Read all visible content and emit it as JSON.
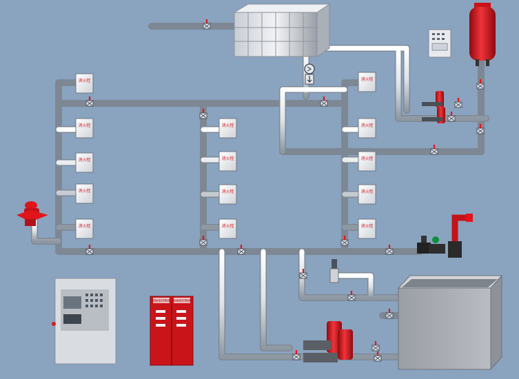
{
  "cabinet_label": "消火栓",
  "cabinet_sublabel": "",
  "panel_cn": [
    "消防泵控制柜",
    "喷淋泵控制柜"
  ],
  "colors": {
    "background": "#8aa3bf",
    "pipe": "#dfe3e8",
    "pipe_edge": "#7d8894",
    "valve_red": "#e0151b",
    "pump_red": "#d8161c",
    "tank_body": "#a6a9af",
    "panel_red": "#c9141a"
  },
  "icons": [
    "fire-hydrant-cabinet-icon",
    "gate-valve-icon",
    "check-valve-icon",
    "pump-icon",
    "pressure-tank-icon",
    "fire-monitor-icon",
    "water-tank-icon",
    "control-panel-icon",
    "roof-tank-icon",
    "fire-alarm-controller-icon",
    "pump-adapter-icon"
  ]
}
